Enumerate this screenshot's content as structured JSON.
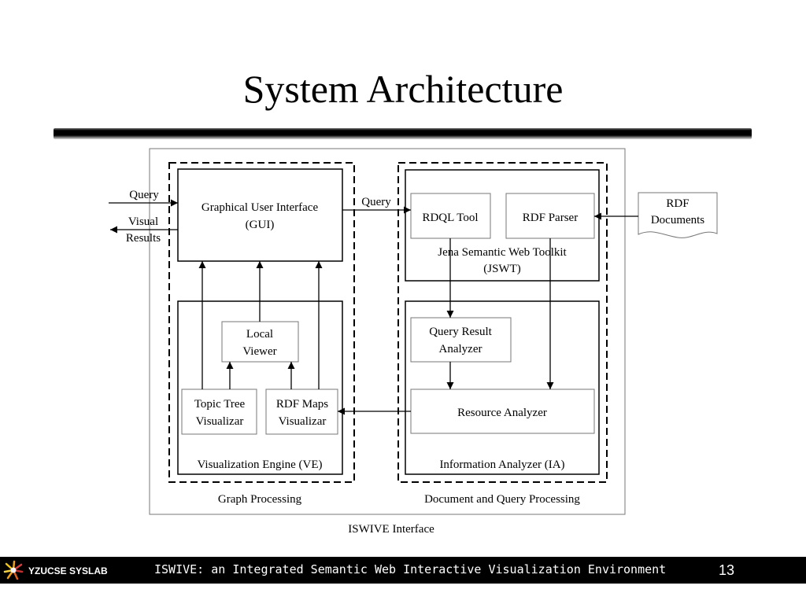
{
  "slide": {
    "title": "System Architecture"
  },
  "diagram": {
    "outer_label": "ISWIVE Interface",
    "regions": {
      "left": "Graph Processing",
      "right": "Document and Query Processing"
    },
    "external": {
      "query_in": "Query",
      "visual_results_line1": "Visual",
      "visual_results_line2": "Results",
      "query_to_jswt": "Query",
      "rdf_docs_line1": "RDF",
      "rdf_docs_line2": "Documents"
    },
    "gui": {
      "line1": "Graphical User Interface",
      "line2": "(GUI)"
    },
    "jswt": {
      "line1": "Jena Semantic Web Toolkit",
      "line2": "(JSWT)",
      "rdql_tool": "RDQL Tool",
      "rdf_parser": "RDF Parser"
    },
    "ve": {
      "label": "Visualization Engine (VE)",
      "local_viewer_line1": "Local",
      "local_viewer_line2": "Viewer",
      "topic_tree_line1": "Topic Tree",
      "topic_tree_line2": "Visualizar",
      "rdf_maps_line1": "RDF Maps",
      "rdf_maps_line2": "Visualizar"
    },
    "ia": {
      "label": "Information Analyzer (IA)",
      "qra_line1": "Query Result",
      "qra_line2": "Analyzer",
      "resource_analyzer": "Resource Analyzer"
    }
  },
  "footer": {
    "org": "YZUCSE SYSLAB",
    "title": "ISWIVE: an Integrated Semantic Web Interactive Visualization Environment",
    "page_number": "13"
  }
}
